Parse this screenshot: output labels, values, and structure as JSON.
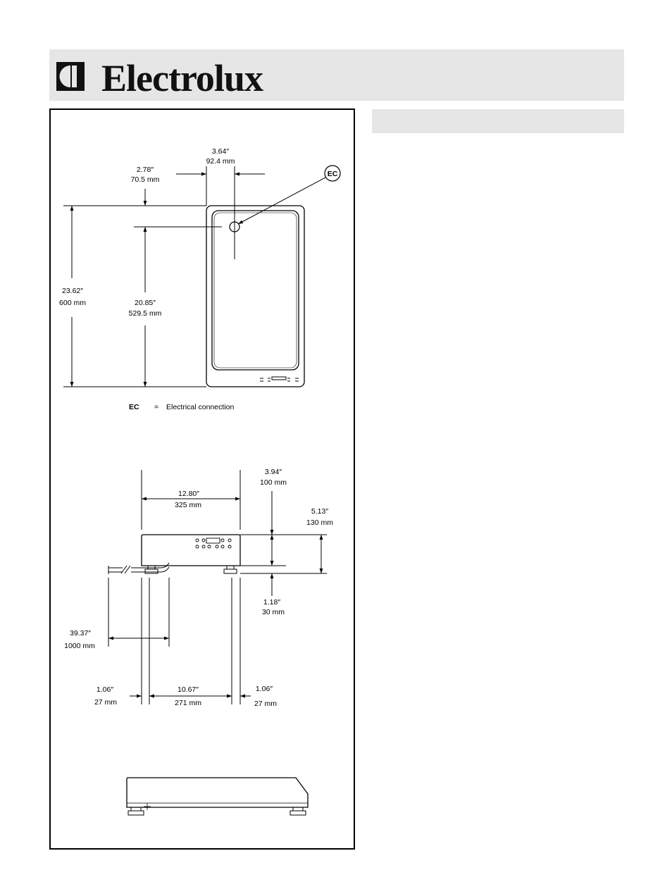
{
  "brand": {
    "name": "Electrolux",
    "logo_icon": "electrolux-emblem-icon"
  },
  "top_view": {
    "dim_top_offset": {
      "in": "2.78″",
      "mm": "70.5 mm"
    },
    "dim_ec_side": {
      "in": "3.64″",
      "mm": "92.4 mm"
    },
    "dim_depth": {
      "in": "23.62″",
      "mm": "600 mm"
    },
    "dim_ec_depth": {
      "in": "20.85″",
      "mm": "529.5 mm"
    },
    "ec_tag": "EC",
    "legend_key": "EC",
    "legend_eq": "=",
    "legend_text": "Electrical connection"
  },
  "front_view": {
    "dim_width": {
      "in": "12.80″",
      "mm": "325 mm"
    },
    "dim_body_height": {
      "in": "3.94″",
      "mm": "100 mm"
    },
    "dim_total_height": {
      "in": "5.13″",
      "mm": "130 mm"
    },
    "dim_feet": {
      "in": "1.18″",
      "mm": "30 mm"
    },
    "dim_cable": {
      "in": "39.37″",
      "mm": "1000 mm"
    },
    "dim_left_inset": {
      "in": "1.06″",
      "mm": "27 mm"
    },
    "dim_feet_span": {
      "in": "10.67″",
      "mm": "271 mm"
    },
    "dim_right_inset": {
      "in": "1.06″",
      "mm": "27 mm"
    }
  }
}
